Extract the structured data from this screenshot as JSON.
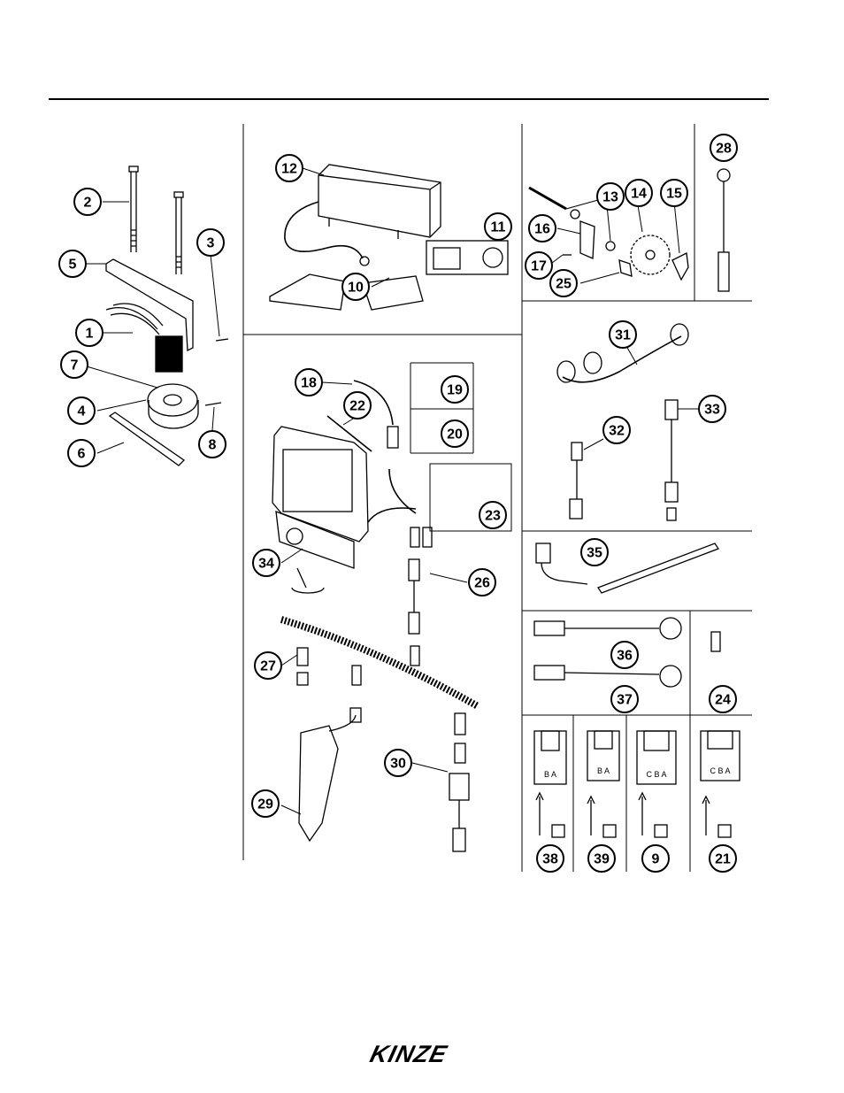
{
  "callouts": [
    "1",
    "2",
    "3",
    "4",
    "5",
    "6",
    "7",
    "8",
    "9",
    "10",
    "11",
    "12",
    "13",
    "14",
    "15",
    "16",
    "17",
    "18",
    "19",
    "20",
    "21",
    "22",
    "23",
    "24",
    "25",
    "26",
    "27",
    "28",
    "29",
    "30",
    "31",
    "32",
    "33",
    "34",
    "35",
    "36",
    "37",
    "38",
    "39"
  ],
  "connector_letters": {
    "c38": "B A",
    "c39": "B A",
    "c9": "C B A",
    "c21": "C B A"
  },
  "logo": {
    "text": "KINZE",
    "color": "#000000"
  }
}
